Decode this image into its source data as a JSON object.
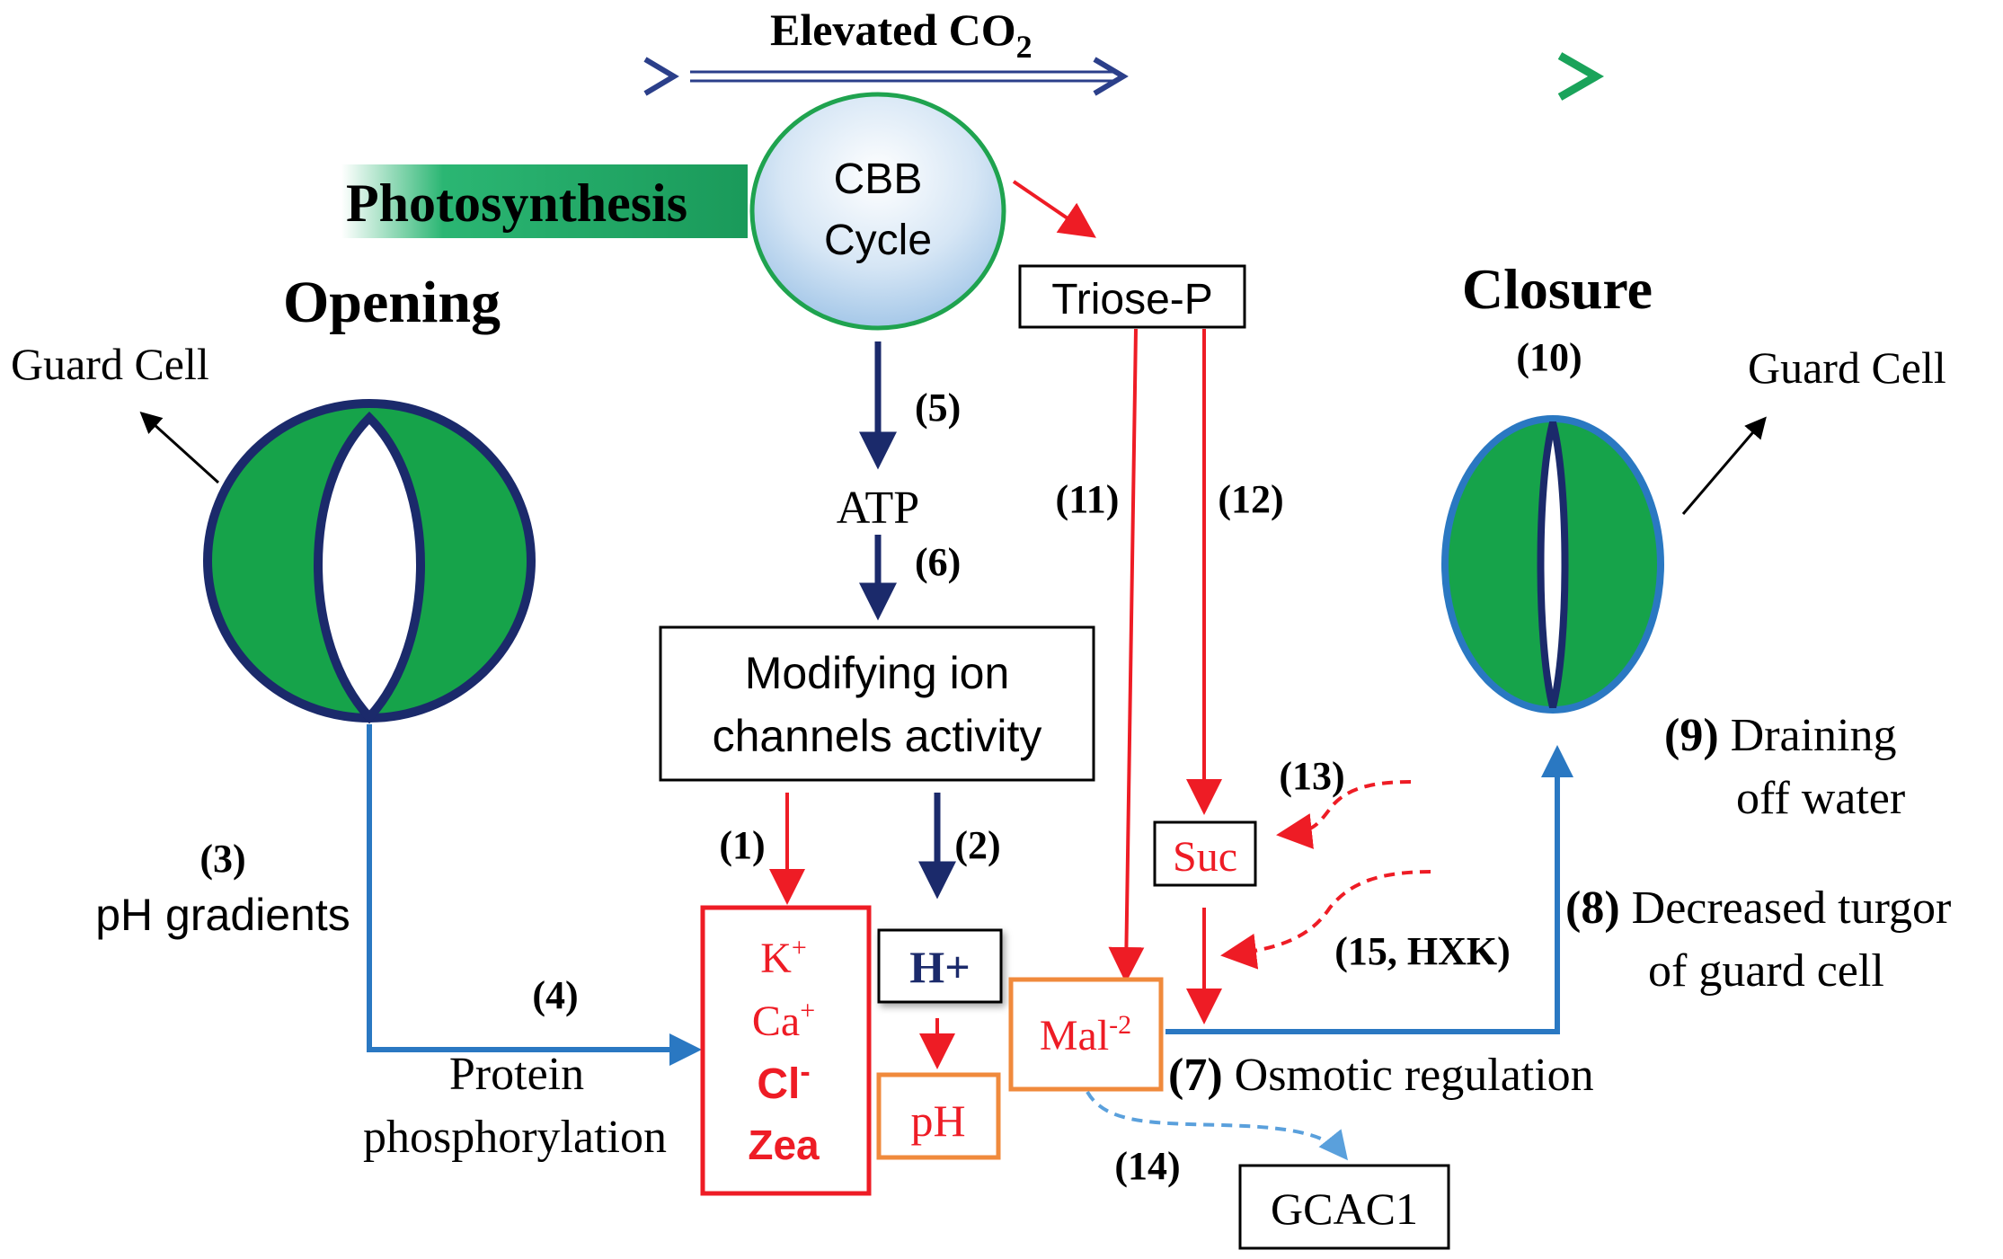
{
  "header": {
    "title_main": "Elevated CO",
    "title_sub": "2",
    "photosynthesis": "Photosynthesis",
    "cbb_line1": "CBB",
    "cbb_line2": "Cycle"
  },
  "opening": {
    "title": "Opening",
    "guard_cell": "Guard Cell",
    "step3_num": "(3)",
    "step3_text": "pH gradients",
    "step4_num": "(4)",
    "step4_line1": "Protein",
    "step4_line2": "phosphorylation"
  },
  "center": {
    "step5": "(5)",
    "atp": "ATP",
    "step6": "(6)",
    "modifying_line1": "Modifying ion",
    "modifying_line2": "channels activity",
    "step1": "(1)",
    "step2": "(2)",
    "ions": {
      "k": "K",
      "k_sup": "+",
      "ca": "Ca",
      "ca_sup": "+",
      "cl": "Cl",
      "cl_sup": "-",
      "zea": "Zea"
    },
    "h_plus": "H+",
    "ph": "pH"
  },
  "sugar": {
    "triose": "Triose-P",
    "step11": "(11)",
    "step12": "(12)",
    "suc": "Suc",
    "step13": "(13)",
    "step15": "(15, HXK)",
    "mal": "Mal",
    "mal_sup": "-2",
    "step14": "(14)",
    "gcac1": "GCAC1",
    "step7_num": "(7)",
    "step7_text": " Osmotic regulation"
  },
  "closure": {
    "title": "Closure",
    "step10": "(10)",
    "guard_cell": "Guard Cell",
    "step9_num": "(9)",
    "step9_line1": " Draining",
    "step9_line2": "off water",
    "step8_num": "(8)",
    "step8_line1": " Decreased turgor",
    "step8_line2": "of guard cell"
  },
  "colors": {
    "red": "#ee1c25",
    "navy": "#1b2a6b",
    "blue": "#2a78c2",
    "green": "#1aa35a",
    "orange": "#f08a3c",
    "light_blue": "#5aa0dc"
  }
}
